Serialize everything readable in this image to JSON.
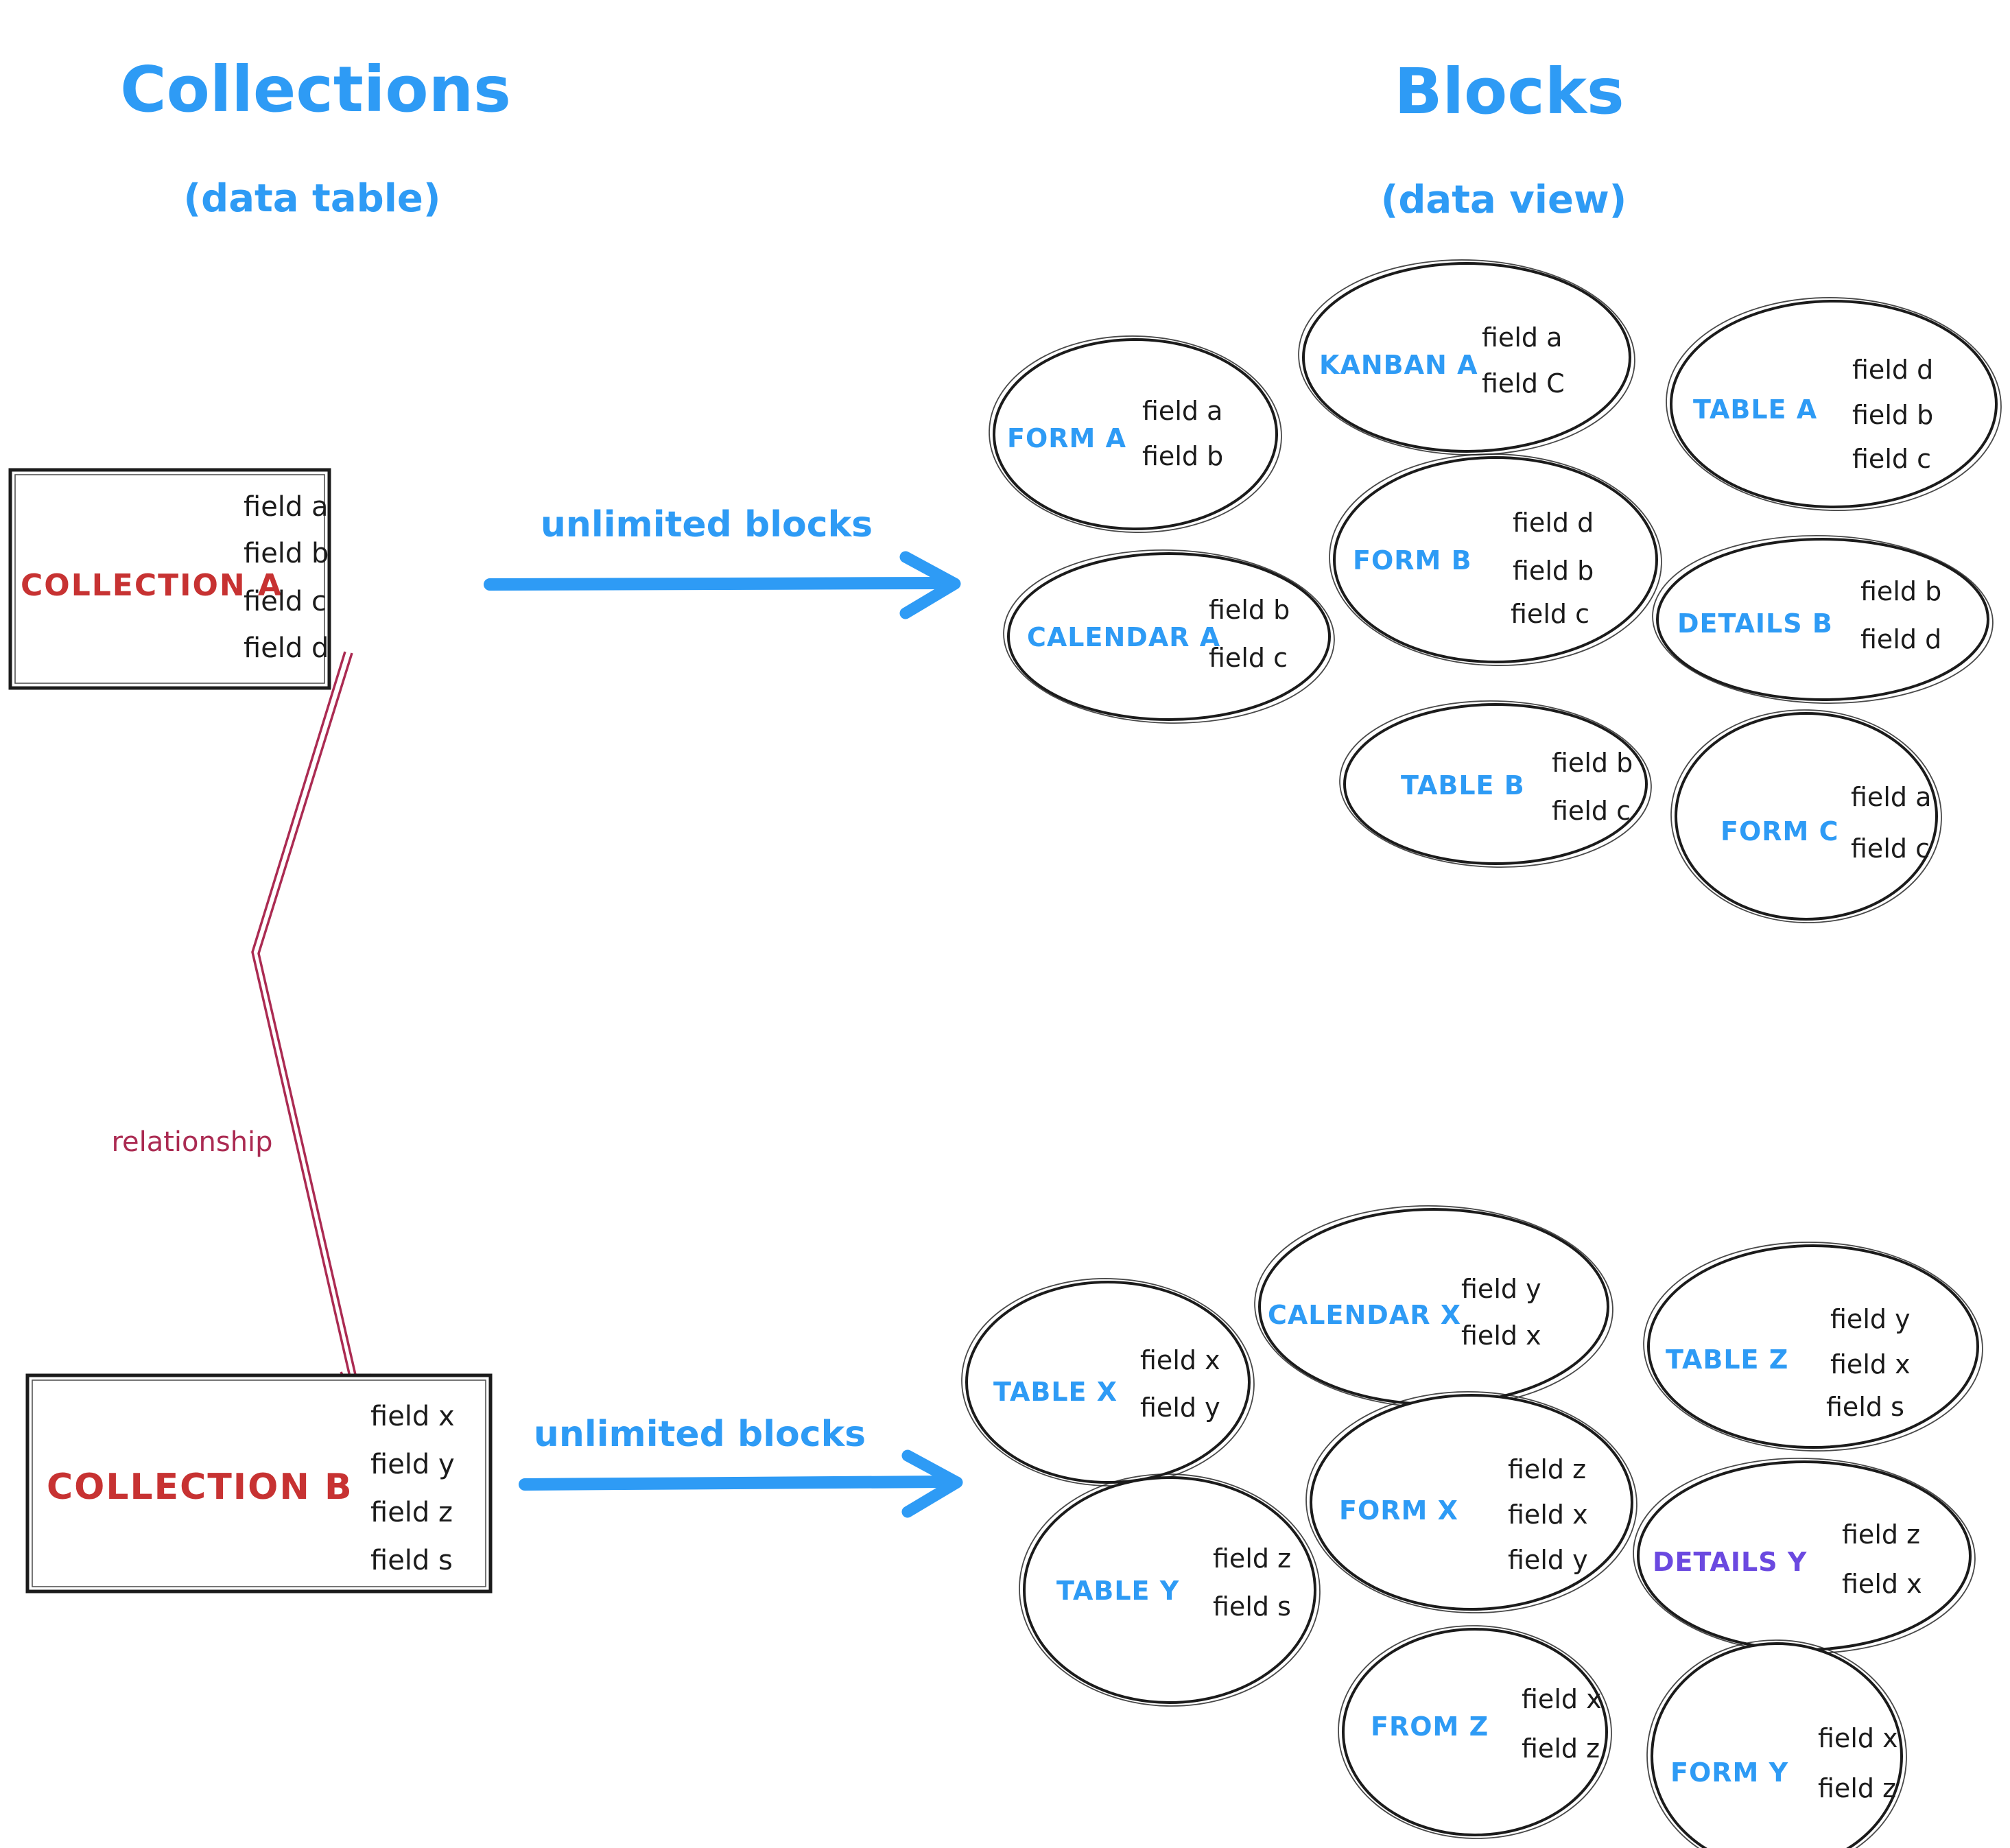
{
  "left_column": {
    "title": "Collections",
    "subtitle": "(data table)"
  },
  "right_column": {
    "title": "Blocks",
    "subtitle": "(data view)"
  },
  "colors": {
    "accent_blue": "#2e9bf5",
    "collection_red": "#c73232",
    "relationship_crimson": "#ab2b52",
    "details_purple": "#6b49e0",
    "ink": "#1b1b1b"
  },
  "collections": [
    {
      "id": "collection-a",
      "name": "COLLECTION A",
      "fields": [
        "field a",
        "field b",
        "field c",
        "field d"
      ]
    },
    {
      "id": "collection-b",
      "name": "COLLECTION B",
      "fields": [
        "field x",
        "field y",
        "field z",
        "field s"
      ]
    }
  ],
  "arrows": [
    {
      "id": "arrow-a",
      "label": "unlimited blocks"
    },
    {
      "id": "arrow-b",
      "label": "unlimited blocks"
    }
  ],
  "relationship_label": "relationship",
  "blocks": [
    {
      "id": "form-a",
      "label": "FORM A",
      "label_color": "blue",
      "fields": [
        "field a",
        "field b"
      ]
    },
    {
      "id": "kanban-a",
      "label": "KANBAN A",
      "label_color": "blue",
      "fields": [
        "field a",
        "field C"
      ]
    },
    {
      "id": "table-a",
      "label": "TABLE A",
      "label_color": "blue",
      "fields": [
        "field d",
        "field b",
        "field c"
      ]
    },
    {
      "id": "calendar-a",
      "label": "CALENDAR A",
      "label_color": "blue",
      "fields": [
        "field b",
        "field c"
      ]
    },
    {
      "id": "form-b",
      "label": "FORM B",
      "label_color": "blue",
      "fields": [
        "field d",
        "field b",
        "field c"
      ]
    },
    {
      "id": "details-b",
      "label": "DETAILS B",
      "label_color": "blue",
      "fields": [
        "field b",
        "field d"
      ]
    },
    {
      "id": "table-b",
      "label": "TABLE B",
      "label_color": "blue",
      "fields": [
        "field b",
        "field c"
      ]
    },
    {
      "id": "form-c",
      "label": "FORM C",
      "label_color": "blue",
      "fields": [
        "field a",
        "field c"
      ]
    },
    {
      "id": "table-x",
      "label": "TABLE X",
      "label_color": "blue",
      "fields": [
        "field x",
        "field y"
      ]
    },
    {
      "id": "calendar-x",
      "label": "CALENDAR X",
      "label_color": "blue",
      "fields": [
        "field y",
        "field x"
      ]
    },
    {
      "id": "table-z",
      "label": "TABLE Z",
      "label_color": "blue",
      "fields": [
        "field y",
        "field x",
        "field s"
      ]
    },
    {
      "id": "table-y",
      "label": "TABLE Y",
      "label_color": "blue",
      "fields": [
        "field z",
        "field s"
      ]
    },
    {
      "id": "form-x",
      "label": "FORM X",
      "label_color": "blue",
      "fields": [
        "field z",
        "field x",
        "field y"
      ]
    },
    {
      "id": "details-y",
      "label": "DETAILS Y",
      "label_color": "purple",
      "fields": [
        "field z",
        "field x"
      ]
    },
    {
      "id": "from-z",
      "label": "FROM Z",
      "label_color": "blue",
      "fields": [
        "field x",
        "field z"
      ]
    },
    {
      "id": "form-y",
      "label": "FORM Y",
      "label_color": "blue",
      "fields": [
        "field x",
        "field z"
      ]
    }
  ]
}
